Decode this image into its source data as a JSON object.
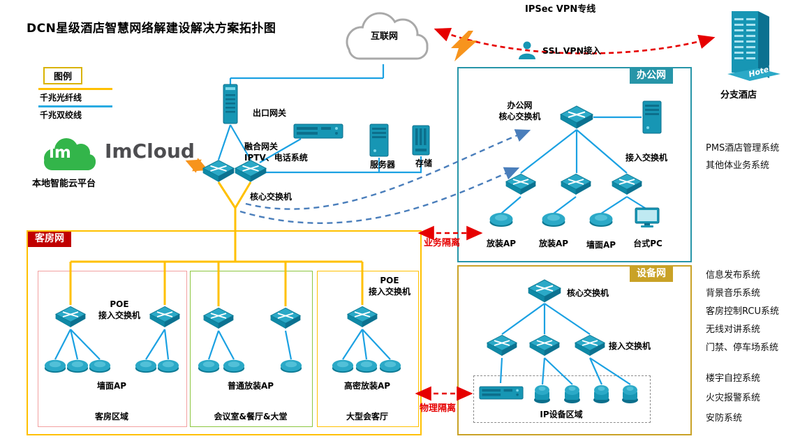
{
  "title": "DCN星级酒店智慧网络解建设解决方案拓扑图",
  "colors": {
    "fiber_yellow": "#FFC000",
    "copper_blue": "#1BA1E2",
    "device_teal": "#1796B4",
    "alert_red": "#E60000",
    "office_accent": "#2795A8",
    "devicenet_accent": "#C9A227",
    "rooms_accent": "#C00000",
    "imcloud_green": "#33B54A",
    "logical_link_blue": "#4A7EBB",
    "orange_link": "#F7941D"
  },
  "legend": {
    "title": "图例",
    "fiber_label": "千兆光纤线",
    "copper_label": "千兆双绞线"
  },
  "internet_label": "互联网",
  "ipsec_label": "IPSec VPN专线",
  "ssl_label": "SSL VPN接入",
  "branch": {
    "label": "分支酒店",
    "building_text": "Hotel"
  },
  "imcloud": {
    "logo_mark": "lm",
    "logo_text": "ImCloud",
    "label": "本地智能云平台"
  },
  "headquarters": {
    "gateway_label": "出口网关",
    "converged_label": "融合网关\nIPTV、电话系统",
    "server_label": "服务器",
    "storage_label": "存储",
    "core_switch_label": "核心交换机"
  },
  "office": {
    "tab": "办公网",
    "core_label": "办公网\n核心交换机",
    "access_label": "接入交换机",
    "devices": [
      "放装AP",
      "放装AP",
      "墙面AP",
      "台式PC"
    ]
  },
  "device_net": {
    "tab": "设备网",
    "core_label": "核心交换机",
    "access_label": "接入交换机",
    "area_label": "IP设备区域"
  },
  "rooms": {
    "tab": "客房网",
    "area1": {
      "poe_label": "POE\n接入交换机",
      "ap_label": "墙面AP",
      "name": "客房区域"
    },
    "area2": {
      "ap_label": "普通放装AP",
      "name": "会议室&餐厅&大堂"
    },
    "area3": {
      "poe_label": "POE\n接入交换机",
      "ap_label": "高密放装AP",
      "name": "大型会客厅"
    }
  },
  "isolation": {
    "business": "业务隔离",
    "physical": "物理隔离"
  },
  "side_systems_top": [
    "PMS酒店管理系统",
    "其他体业务系统"
  ],
  "side_systems_bottom": [
    "信息发布系统",
    "背景音乐系统",
    "客房控制RCU系统",
    "无线对讲系统",
    "门禁、停车场系统",
    "楼宇自控系统",
    "火灾报警系统",
    "安防系统"
  ]
}
